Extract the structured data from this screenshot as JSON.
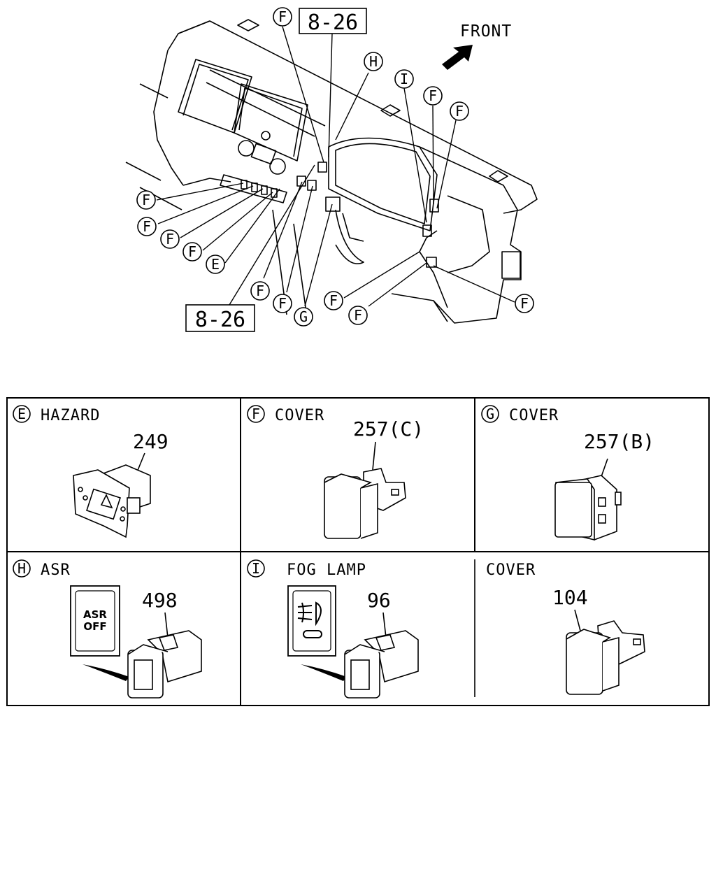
{
  "diagram": {
    "front_label": "FRONT",
    "reference_top": "8-26",
    "reference_bottom": "8-26",
    "callouts": {
      "F": "F",
      "E": "E",
      "G": "G",
      "H": "H",
      "I": "I"
    }
  },
  "parts_table": {
    "cells": [
      {
        "letter": "E",
        "title": "HAZARD",
        "part": "249"
      },
      {
        "letter": "F",
        "title": "COVER",
        "part": "257(C)"
      },
      {
        "letter": "G",
        "title": "COVER",
        "part": "257(B)"
      },
      {
        "letter": "H",
        "title": "ASR",
        "part": "498",
        "plate_line1": "ASR",
        "plate_line2": "OFF"
      },
      {
        "letter": "I",
        "title": "FOG LAMP",
        "part": "96"
      },
      {
        "letter": "",
        "title": "COVER",
        "part": "104"
      }
    ]
  }
}
